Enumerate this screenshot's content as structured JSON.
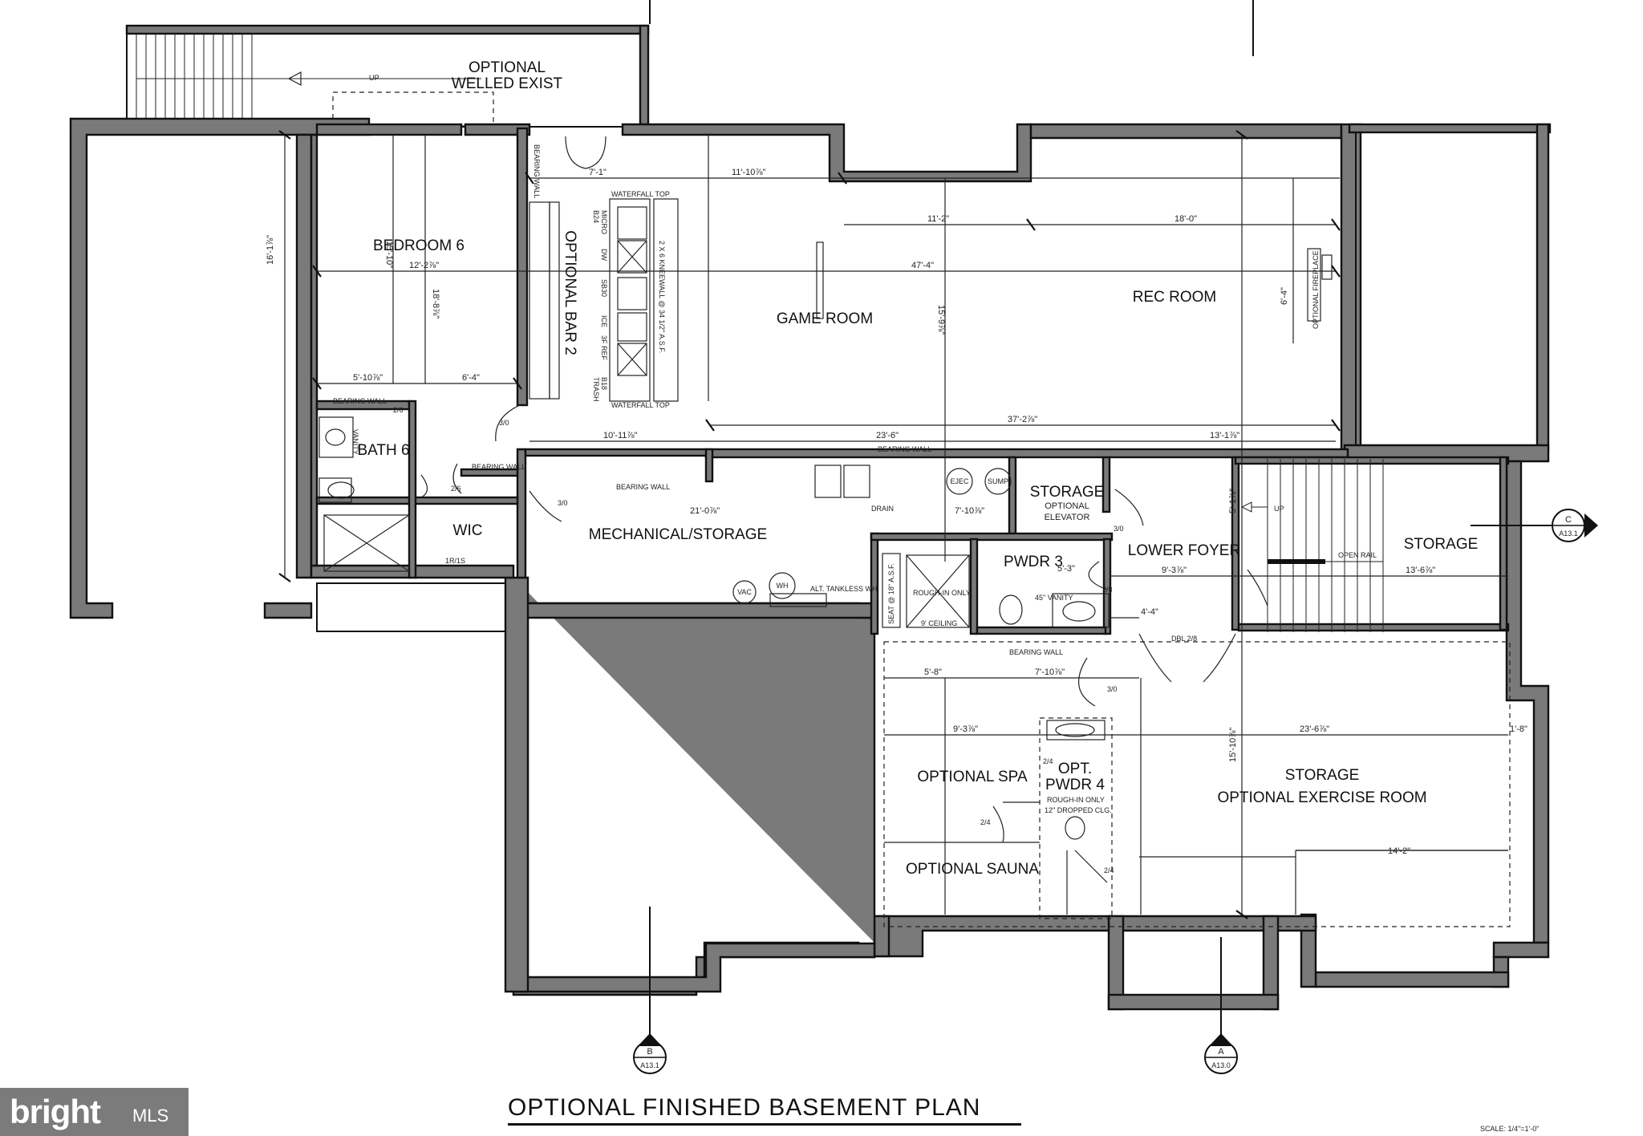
{
  "plan": {
    "title": "OPTIONAL FINISHED BASEMENT PLAN",
    "scale": "SCALE: 1/4\"=1'-0\"",
    "rooms": {
      "welled_exist": [
        "OPTIONAL",
        "WELLED EXIST"
      ],
      "bedroom": "BEDROOM 6",
      "bar": "OPTIONAL BAR 2",
      "game_room": "GAME ROOM",
      "rec_room": "REC ROOM",
      "bath": "BATH 6",
      "wic": "WIC",
      "mechanical": "MECHANICAL/STORAGE",
      "storage_elevator": [
        "STORAGE",
        "OPTIONAL",
        "ELEVATOR"
      ],
      "pwdr3": "PWDR 3",
      "lower_foyer": "LOWER FOYER",
      "storage_right": "STORAGE",
      "optional_spa": "OPTIONAL SPA",
      "opt_pwdr4": [
        "OPT.",
        "PWDR 4"
      ],
      "storage_exercise": [
        "STORAGE",
        "OPTIONAL EXERCISE ROOM"
      ],
      "optional_sauna": "OPTIONAL SAUNA"
    },
    "notes": {
      "up": "UP",
      "bearing_wall": "BEARING WALL",
      "waterfall_top": "WATERFALL TOP",
      "kneewall": "2 X 6 KNEEWALL @ 34 1/2\" A.S.F.",
      "fireplace": "OPTIONAL FIREPLACE",
      "drain": "DRAIN",
      "ejec": "EJEC",
      "sump": "SUMP",
      "vac": "VAC",
      "wh": "WH",
      "tankless": "ALT. TANKLESS WH",
      "seat": "SEAT @ 18\" A.S.F.",
      "rough_only": "ROUGH-IN ONLY",
      "ceiling": "9' CEILING",
      "vanity45": "45\" VANITY",
      "vanity": "VANITY",
      "open_rail": "OPEN RAIL",
      "dbl": "DBL 2/8",
      "rough_in_only": "ROUGH-IN ONLY",
      "dropped_clg": "12\" DROPPED CLG.",
      "rs": "1R/1S",
      "micro": "MICRO",
      "dw": "DW",
      "sb30": "SB30",
      "ice": "ICE",
      "ref": "3F REF",
      "b18": "B18",
      "trash": "TRASH",
      "b24": "B24"
    },
    "doors": [
      "3/0",
      "2/6",
      "2/6",
      "3/0",
      "2/8",
      "3/0",
      "3/0",
      "2/4",
      "2/4",
      "2/4"
    ],
    "dims": {
      "d1": "7'-1\"",
      "d2": "11'-10⅞\"",
      "d3": "11'-2\"",
      "d4": "18'-0\"",
      "d5": "47'-4\"",
      "d6": "37'-2⅞\"",
      "d7": "10'-11⅞\"",
      "d8": "23'-6\"",
      "d9": "13'-1⅞\"",
      "d10": "12'-2⅞\"",
      "d11": "5'-10⅞\"",
      "d12": "6'-4\"",
      "d13": "16'-1⅞\"",
      "d14": "15'-10\"",
      "d15": "18'-8⅞\"",
      "d16": "15'-9⅞\"",
      "d17": "21'-0⅞\"",
      "d18": "7'-10⅞\"",
      "d19": "5'-3\"",
      "d20": "9'-3⅞\"",
      "d21": "13'-6⅞\"",
      "d22": "4'-4\"",
      "d23": "5'-8\"",
      "d24": "7'-10⅞\"",
      "d25": "9'-3⅞\"",
      "d26": "23'-6⅞\"",
      "d27": "1'-8\"",
      "d28": "14'-2\"",
      "d29": "15'-10⅞\"",
      "d30": "6'-4\"",
      "d31": "5'-1⅞\""
    },
    "section_markers": [
      {
        "letter": "B",
        "sheet": "A13.1"
      },
      {
        "letter": "A",
        "sheet": "A13.0"
      },
      {
        "letter": "C",
        "sheet": "A13.1"
      }
    ]
  },
  "watermark": {
    "brand": "bright",
    "suffix": "MLS"
  }
}
